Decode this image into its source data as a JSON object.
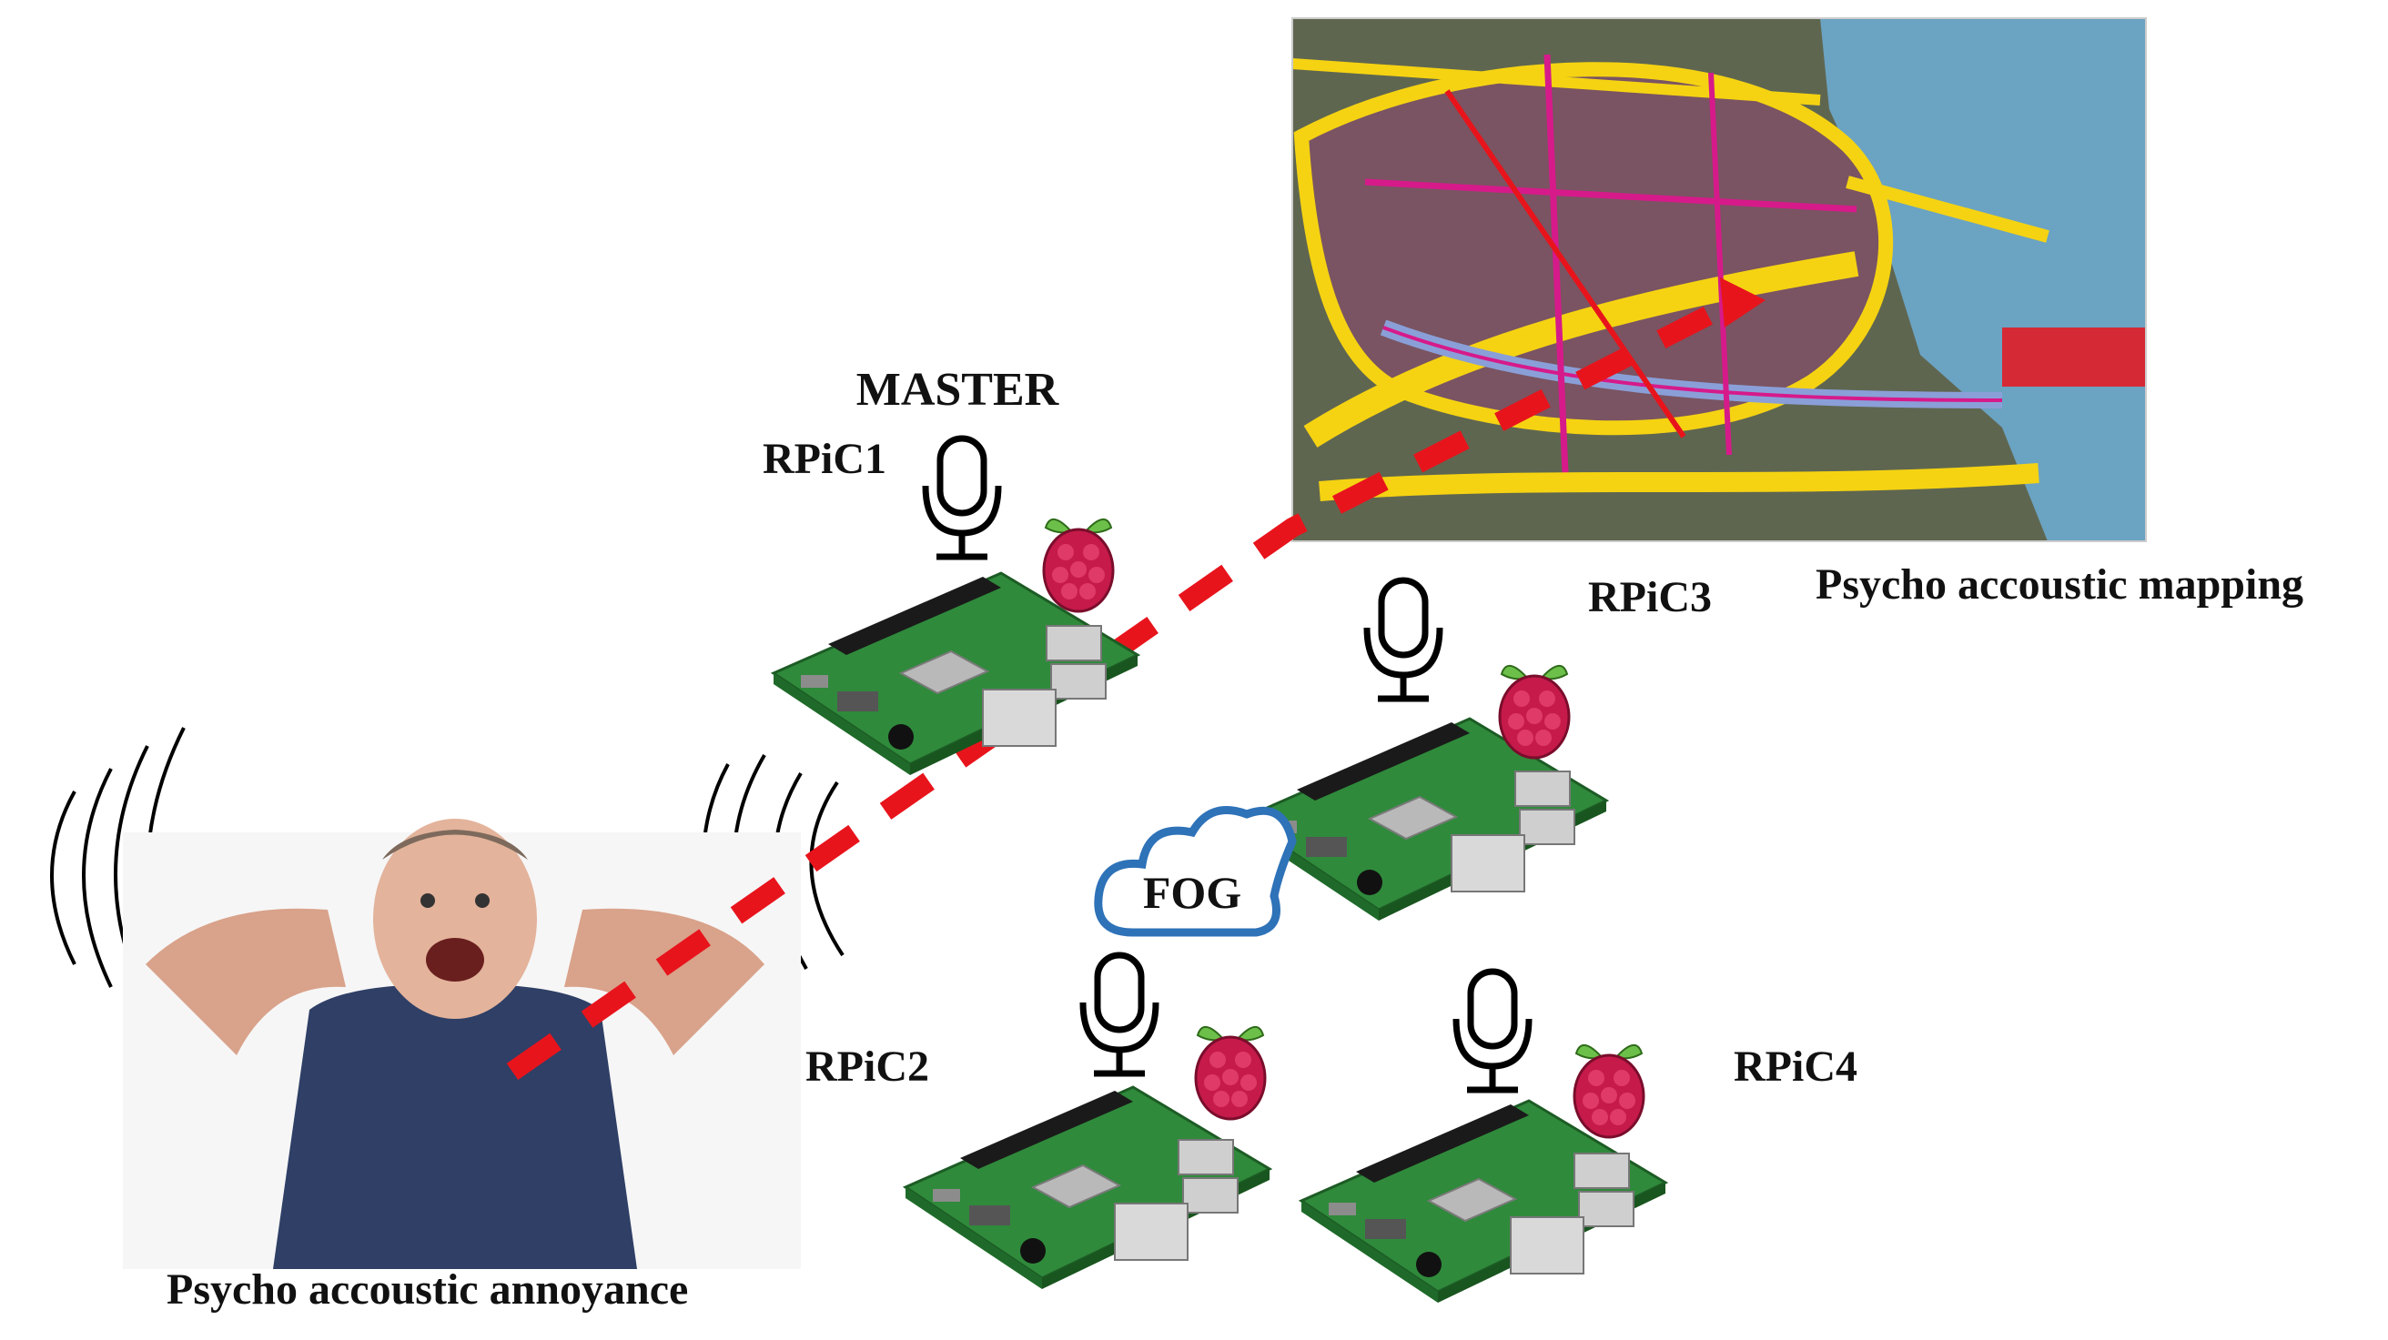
{
  "labels": {
    "master": "MASTER",
    "rpic1": "RPiC1",
    "rpic2": "RPiC2",
    "rpic3": "RPiC3",
    "rpic4": "RPiC4",
    "fog": "FOG",
    "mapping": "Psycho accoustic mapping",
    "annoyance": "Psycho accoustic annoyance"
  },
  "colors": {
    "path": "#e8141c",
    "board": "#2f8a3b",
    "raspberry": "#c51a4a",
    "leaf": "#6cc04a",
    "cloud": "#2e72b8",
    "map_heat": "#f5d312",
    "map_hot": "#d61a8a",
    "river": "#8a9fd8",
    "sea": "#6ba3c2"
  },
  "icons": [
    "microphone-icon",
    "raspberry-pi-logo-icon",
    "cloud-icon",
    "sound-wave-icon"
  ]
}
